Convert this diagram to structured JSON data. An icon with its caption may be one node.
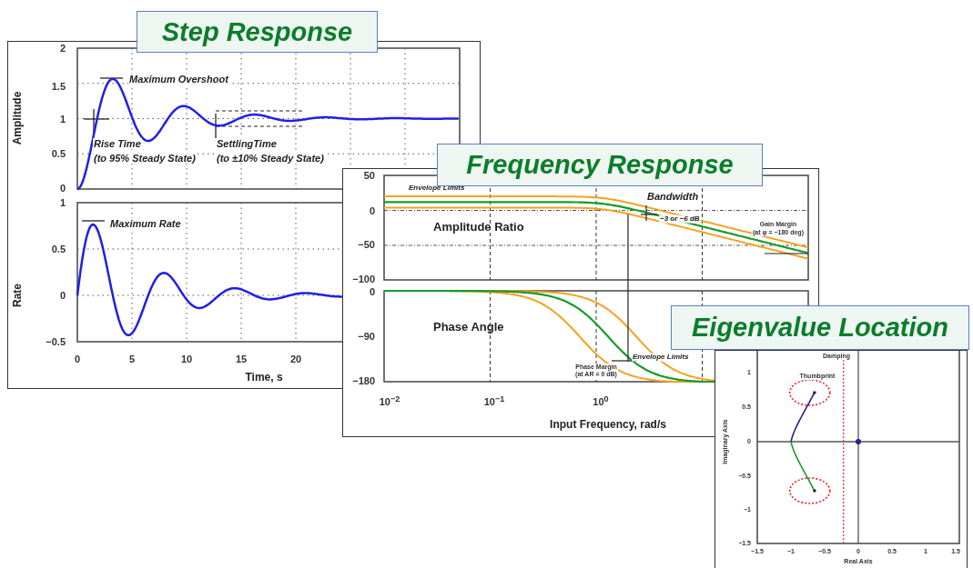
{
  "diagram": {
    "nodes": [
      {
        "text": [
          "Step Response"
        ]
      },
      {
        "text": [
          "Frequency Response"
        ]
      },
      {
        "text": [
          "Eigenvalue Location"
        ]
      }
    ],
    "labels": [
      "2",
      "1.5",
      "1",
      "0.5",
      "0",
      "Amplitude",
      "Maximum Overshoot",
      "Rise Time",
      "(to 95% Steady State)",
      "SettlingTime",
      "(to ±10% Steady State)",
      "1",
      "Maximum Rate",
      "0.5",
      "Rate",
      "0",
      "−0.5",
      "0",
      "5",
      "10",
      "15",
      "20",
      "Time, s",
      "50",
      "Envelope Limits",
      "Bandwidth",
      "0",
      "−3 or −6 dB",
      "Amplitude Ratio",
      "Gain Margin",
      "(at φ = −180 deg)",
      "−50",
      "−100",
      "0",
      "Phase Angle",
      "−90",
      "Envelope Limits",
      "Phase Margin",
      "(at AR = 0 dB)",
      "−180",
      "10$^{−2}$",
      "10$^{−1}$",
      "10$^{0}$",
      "Input Frequency, rad/s",
      "Damping",
      "1",
      "Thumbprint",
      "0.5",
      "Imaginary Axis",
      "0",
      "−0.5",
      "−1",
      "−1.5",
      "−1.5",
      "−1",
      "−0.5",
      "0",
      "0.5",
      "1",
      "1.5",
      "Real Axis"
    ]
  }
}
